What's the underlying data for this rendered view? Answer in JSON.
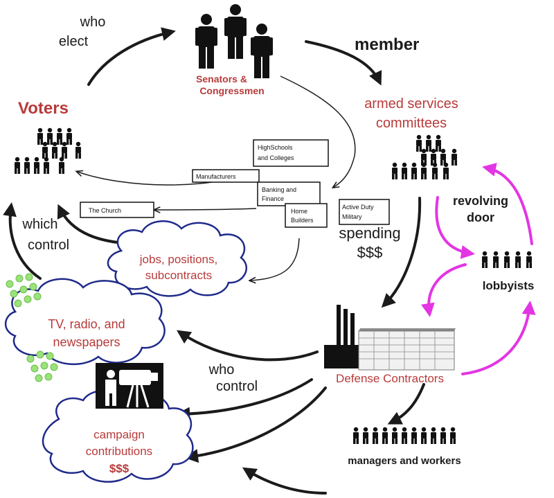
{
  "colors": {
    "red_label": "#b83a3a",
    "cloud_outline": "#1f2a8a",
    "revolving_arrow": "#e335e3",
    "arrow": "#1b1b1b",
    "green_dots": "#9be27a"
  },
  "labels": {
    "who_elect": [
      "who",
      "elect"
    ],
    "senators": [
      "Senators &",
      "Congressmen"
    ],
    "member": "member",
    "armed_services": [
      "armed services",
      "committees"
    ],
    "voters": "Voters",
    "revolving_door": [
      "revolving",
      "door"
    ],
    "lobbyists": "lobbyists",
    "spending": [
      "spending",
      "$$$"
    ],
    "which_control": [
      "which",
      "control"
    ],
    "jobs_cloud": [
      "jobs, positions,",
      "subcontracts"
    ],
    "tv_cloud": [
      "TV, radio, and",
      "newspapers"
    ],
    "who_control": [
      "who",
      "control"
    ],
    "defense_contractors": "Defense Contractors",
    "campaign_cloud": [
      "campaign",
      "contributions",
      "$$$"
    ],
    "managers_workers": "managers and workers"
  },
  "boxes": {
    "highschools": [
      "HighSchools",
      "and Colleges"
    ],
    "manufacturers": "Manufacturers",
    "banking": [
      "Banking and",
      "Finance"
    ],
    "home_builders": [
      "Home",
      "Builders"
    ],
    "active_duty": [
      "Active Duty",
      "Military"
    ],
    "church": "The Church"
  },
  "icons": [
    "person-icon",
    "factory-icon",
    "camera-operator-icon",
    "green-bubbles-icon"
  ]
}
